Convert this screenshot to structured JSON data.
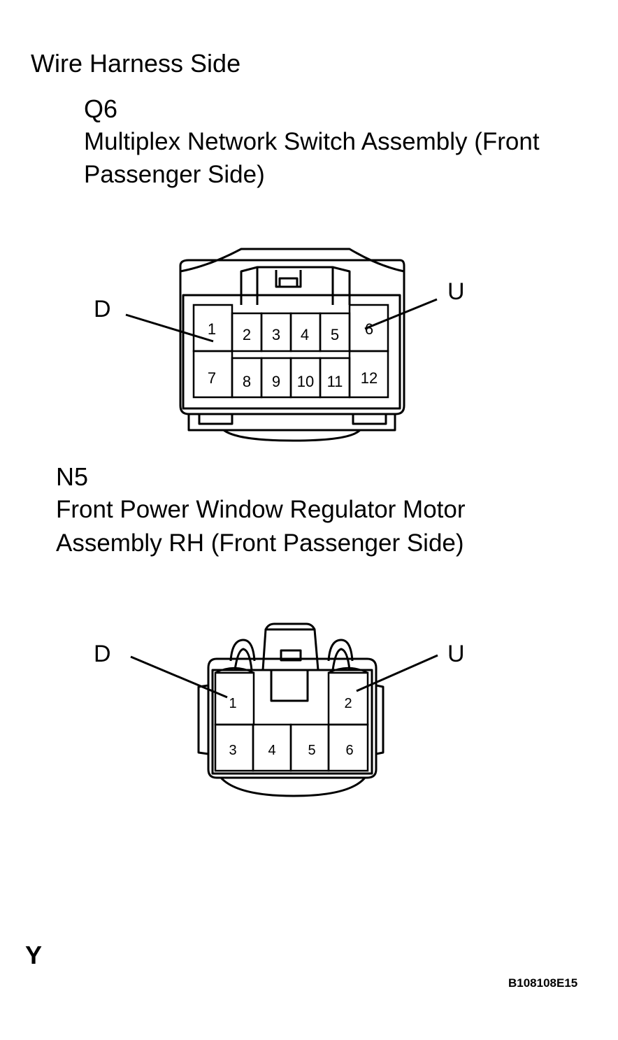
{
  "header": {
    "title": "Wire Harness Side"
  },
  "connector_q6": {
    "code": "Q6",
    "name_line1": "Multiplex Network Switch Assembly (Front",
    "name_line2": "Passenger Side)",
    "left_label": "D",
    "right_label": "U",
    "pins": [
      "1",
      "2",
      "3",
      "4",
      "5",
      "6",
      "7",
      "8",
      "9",
      "10",
      "11",
      "12"
    ]
  },
  "connector_n5": {
    "code": "N5",
    "name_line1": "Front Power Window Regulator Motor",
    "name_line2": "Assembly RH  (Front Passenger Side)",
    "left_label": "D",
    "right_label": "U",
    "pins": [
      "1",
      "2",
      "3",
      "4",
      "5",
      "6"
    ]
  },
  "footer": {
    "corner_mark": "Y",
    "figure_code": "B108108E15"
  }
}
